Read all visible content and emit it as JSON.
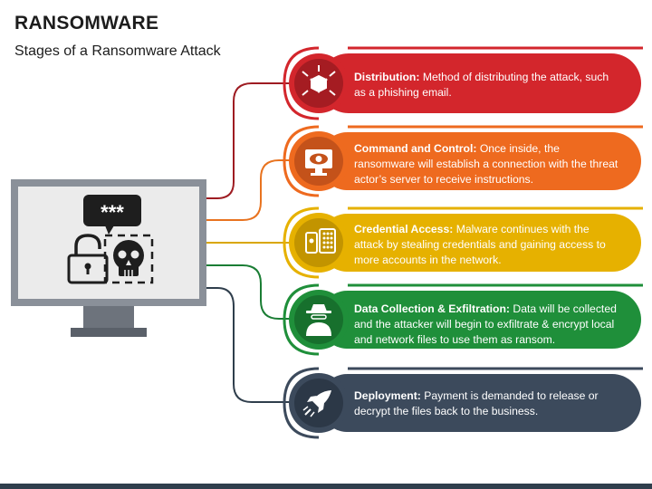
{
  "header": {
    "title": "RANSOMWARE",
    "subtitle": "Stages of a Ransomware Attack"
  },
  "monitor": {
    "password_dots": "***",
    "icons": [
      "chat-bubble-icon",
      "unlocked-padlock-icon",
      "skull-icon"
    ]
  },
  "stages": [
    {
      "heading": "Distribution:",
      "text": "Method of distributing the attack, such as a phishing email.",
      "color": "#d3262c",
      "icon": "box-distribution-icon"
    },
    {
      "heading": "Command and Control:",
      "text": "Once inside, the ransomware will establish a connection with the threat actor’s server to receive instructions.",
      "color": "#ee6a1f",
      "icon": "monitor-eye-icon"
    },
    {
      "heading": "Credential Access:",
      "text": "Malware continues with the attack by stealing credentials and gaining access to more accounts in the network.",
      "color": "#e6b100",
      "icon": "phone-keypad-icon"
    },
    {
      "heading": "Data Collection & Exfiltration:",
      "text": "Data will be collected and the attacker will begin to exfiltrate & encrypt local and network files to use them as ransom.",
      "color": "#1f8f3a",
      "icon": "spy-agent-icon"
    },
    {
      "heading": "Deployment:",
      "text": "Payment is demanded to release or decrypt the files back to the business.",
      "color": "#3c4a5c",
      "icon": "rocket-icon"
    }
  ]
}
